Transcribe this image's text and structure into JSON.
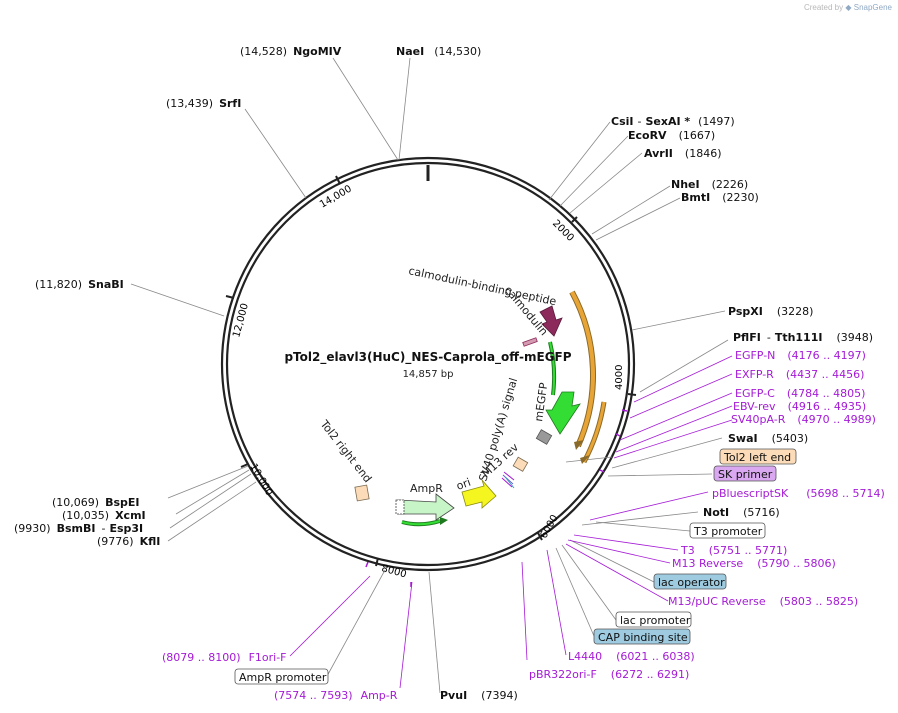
{
  "watermark": {
    "prefix": "Created by",
    "brand": "SnapGene"
  },
  "plasmid": {
    "name": "pTol2_elavl3(HuC)_NES-Caprola_off-mEGFP",
    "size": "14,857 bp"
  },
  "tick_labels": [
    "2000",
    "4000",
    "6000",
    "8000",
    "10,000",
    "12,000",
    "14,000"
  ],
  "enzymes": [
    {
      "id": "ngomiv",
      "name": "NgoMIV",
      "pos": "(14,528)"
    },
    {
      "id": "naei",
      "name": "NaeI",
      "pos": "(14,530)"
    },
    {
      "id": "srfi",
      "name": "SrfI",
      "pos": "(13,439)"
    },
    {
      "id": "csi",
      "name": "CsiI",
      "extra": "SexAI *",
      "pos": "(1497)"
    },
    {
      "id": "ecorv",
      "name": "EcoRV",
      "pos": "(1667)"
    },
    {
      "id": "avrii",
      "name": "AvrII",
      "pos": "(1846)"
    },
    {
      "id": "nhei",
      "name": "NheI",
      "pos": "(2226)"
    },
    {
      "id": "bmti",
      "name": "BmtI",
      "pos": "(2230)"
    },
    {
      "id": "snabi",
      "name": "SnaBI",
      "pos": "(11,820)"
    },
    {
      "id": "pspxi",
      "name": "PspXI",
      "pos": "(3228)"
    },
    {
      "id": "pflfi",
      "name": "PflFI",
      "extra": "Tth111I",
      "pos": "(3948)"
    },
    {
      "id": "swai",
      "name": "SwaI",
      "pos": "(5403)"
    },
    {
      "id": "noti",
      "name": "NotI",
      "pos": "(5716)"
    },
    {
      "id": "bspei",
      "name": "BspEI",
      "pos": "(10,069)"
    },
    {
      "id": "xcmi",
      "name": "XcmI",
      "pos": "(10,035)"
    },
    {
      "id": "bsmbi",
      "name": "BsmBI",
      "extra": "Esp3I",
      "pos": "(9930)"
    },
    {
      "id": "kfli",
      "name": "KflI",
      "pos": "(9776)"
    },
    {
      "id": "pvui",
      "name": "PvuI",
      "pos": "(7394)"
    }
  ],
  "primers": [
    {
      "id": "egfp-n",
      "name": "EGFP-N",
      "range": "(4176 .. 4197)"
    },
    {
      "id": "exfp-r",
      "name": "EXFP-R",
      "range": "(4437 .. 4456)"
    },
    {
      "id": "egfp-c",
      "name": "EGFP-C",
      "range": "(4784 .. 4805)"
    },
    {
      "id": "ebv-rev",
      "name": "EBV-rev",
      "range": "(4916 .. 4935)"
    },
    {
      "id": "sv40pa-r",
      "name": "SV40pA-R",
      "range": "(4970 .. 4989)"
    },
    {
      "id": "pbluescriptsk",
      "name": "pBluescriptSK",
      "range": "(5698 .. 5714)"
    },
    {
      "id": "t3",
      "name": "T3",
      "range": "(5751 .. 5771)"
    },
    {
      "id": "m13-reverse",
      "name": "M13 Reverse",
      "range": "(5790 .. 5806)"
    },
    {
      "id": "m13-puc-reverse",
      "name": "M13/pUC Reverse",
      "range": "(5803 .. 5825)"
    },
    {
      "id": "l4440",
      "name": "L4440",
      "range": "(6021 .. 6038)"
    },
    {
      "id": "pbr322ori-f",
      "name": "pBR322ori-F",
      "range": "(6272 .. 6291)"
    },
    {
      "id": "f1ori-f",
      "name": "F1ori-F",
      "range": "(8079 .. 8100)"
    },
    {
      "id": "amp-r",
      "name": "Amp-R",
      "range": "(7574 .. 7593)"
    }
  ],
  "boxed_features": [
    {
      "id": "tol2-left-end",
      "name": "Tol2 left end",
      "fill": "#fcdcb8"
    },
    {
      "id": "sk-primer",
      "name": "SK primer",
      "fill": "#d9a8f0"
    },
    {
      "id": "t3-promoter",
      "name": "T3 promoter",
      "fill": "#ffffff"
    },
    {
      "id": "lac-operator",
      "name": "lac operator",
      "fill": "#9ecbe0"
    },
    {
      "id": "lac-promoter",
      "name": "lac promoter",
      "fill": "#ffffff"
    },
    {
      "id": "cap-binding-site",
      "name": "CAP binding site",
      "fill": "#9ecbe0"
    },
    {
      "id": "ampr-promoter",
      "name": "AmpR promoter",
      "fill": "#ffffff"
    }
  ],
  "inner_features": {
    "calmodulin_binding_peptide": "calmodulin-binding peptide",
    "calmodulin": "calmodulin",
    "mEGFP": "mEGFP",
    "sv40_polya": "SV40 poly(A) signal",
    "m13_rev": "M13 rev",
    "ori": "ori",
    "ampr": "AmpR",
    "tol2_right_end": "Tol2 right end"
  },
  "colors": {
    "backbone": "#222222",
    "primer": "#a51ad6",
    "enzyme_line": "#888888",
    "calmodulin": "#8c2a5c",
    "egfp": "#33dd33",
    "ampr": "#c8f5c8",
    "ori": "#f5f520",
    "orange_arc": "#e8a435",
    "tol2": "#fcdcb8"
  }
}
